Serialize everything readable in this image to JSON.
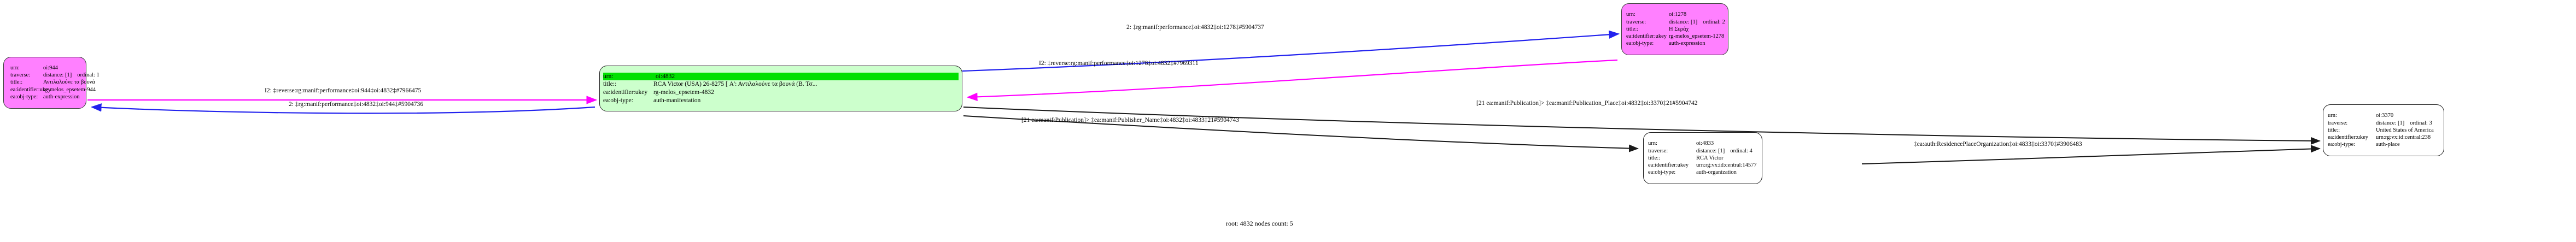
{
  "graph": {
    "caption": "root: 4832 nodes count: 5",
    "colors": {
      "expression_fill": "#ff80ff",
      "manifestation_fill": "#ccffcc",
      "root_highlight": "#00e000",
      "plain_fill": "#ffffff",
      "edge_magenta": "#ff00ff",
      "edge_blue": "#2222ee",
      "edge_black": "#1a1a1a"
    },
    "field_labels": {
      "urn": "urn:",
      "traverse": "traverse:",
      "title": "title::",
      "ukey": "ea:identifier:ukey",
      "objtype": "ea:obj-type:"
    },
    "nodes": [
      {
        "id": "oi944",
        "urn": "oi:944",
        "distance": "distance: [1]",
        "ordinal": "ordinal: 1",
        "title": "Αντιλαλούνε τα βουνά",
        "ukey": "rg-melos_epsetem-944",
        "objtype": "auth-expression",
        "style": "pink"
      },
      {
        "id": "oi4832",
        "urn": "oi:4832",
        "distance": "",
        "ordinal": "",
        "title": "RCA Victor (USA) 26-8275 [ Α': Αντιλαλούνε τα βουνά (Β. Τσ...",
        "ukey": "rg-melos_epsetem-4832",
        "objtype": "auth-manifestation",
        "style": "green"
      },
      {
        "id": "oi1278",
        "urn": "oi:1278",
        "distance": "distance: [1]",
        "ordinal": "ordinal: 2",
        "title": "Η Σεράχ",
        "ukey": "rg-melos_epsetem-1278",
        "objtype": "auth-expression",
        "style": "pink"
      },
      {
        "id": "oi4833",
        "urn": "oi:4833",
        "distance": "distance: [1]",
        "ordinal": "ordinal: 4",
        "title": "RCA Victor",
        "ukey": "urn:rg:vx:id:central:14577",
        "objtype": "auth-organization",
        "style": "plain"
      },
      {
        "id": "oi3370",
        "urn": "oi:3370",
        "distance": "distance: [1]",
        "ordinal": "ordinal: 3",
        "title": "United States of America",
        "ukey": "urn:rg:vx:id:central:238",
        "objtype": "auth-place",
        "style": "plain"
      }
    ],
    "edge_labels": [
      {
        "id": "e1",
        "text": "I2: ‡reverse:rg:manif:performance‡oi:944‡oi:4832‡#7966475"
      },
      {
        "id": "e2",
        "text": "2: ‡rg:manif:performance‡oi:4832‡oi:944‡#5904736"
      },
      {
        "id": "e3",
        "text": "2: ‡rg:manif:performance‡oi:4832‡oi:1278‡#5904737"
      },
      {
        "id": "e4",
        "text": "I2: ‡reverse:rg:manif:performance‡oi:1278‡oi:4832‡#7969311"
      },
      {
        "id": "e5",
        "text": "[21 ea:manif:Publication]> ‡ea:manif:Publication_Place‡oi:4832‡oi:3370‡21#5904742"
      },
      {
        "id": "e6",
        "text": "[21 ea:manif:Publication]> ‡ea:manif:Publisher_Name‡oi:4832‡oi:4833‡21#5904743"
      },
      {
        "id": "e7",
        "text": "‡ea:auth:ResidencePlaceOrganization‡oi:4833‡oi:3370‡#3906483"
      }
    ]
  }
}
